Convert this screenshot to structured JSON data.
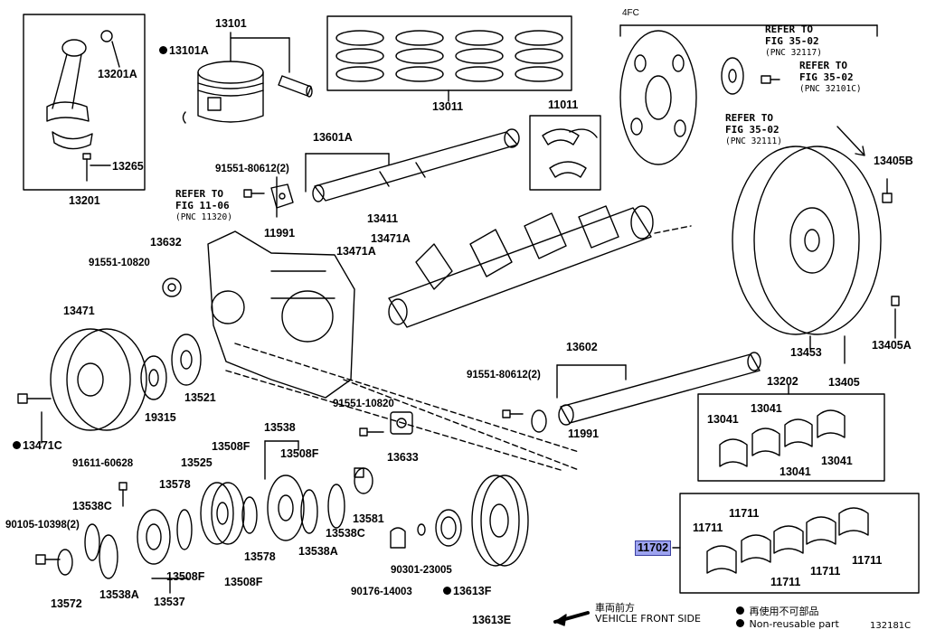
{
  "parts": {
    "p13101": "13101",
    "p13101a": "13101A",
    "p13201a": "13201A",
    "p13265": "13265",
    "p13201": "13201",
    "p13011": "13011",
    "p11011": "11011",
    "p13601a": "13601A",
    "p91551_80612_top": "91551-80612(2)",
    "p11991_top": "11991",
    "p13411": "13411",
    "p13471a_left": "13471A",
    "p13471a_right": "13471A",
    "p13632": "13632",
    "p91551_10820_top": "91551-10820",
    "p13471": "13471",
    "p13471c": "13471C",
    "p19315": "19315",
    "p13521": "13521",
    "p13602": "13602",
    "p91551_80612_bot": "91551-80612(2)",
    "p11991_bot": "11991",
    "p91551_10820_bot": "91551-10820",
    "p13633": "13633",
    "p13538": "13538",
    "p13508f_a": "13508F",
    "p13508f_b": "13508F",
    "p13508f_c": "13508F",
    "p13508f_d": "13508F",
    "p13525": "13525",
    "p13578_a": "13578",
    "p13578_b": "13578",
    "p91611_60628": "91611-60628",
    "p13538c_a": "13538C",
    "p13538c_b": "13538C",
    "p90105_10398": "90105-10398(2)",
    "p13538a_a": "13538A",
    "p13538a_b": "13538A",
    "p13572": "13572",
    "p13537": "13537",
    "p13581": "13581",
    "p90301_23005": "90301-23005",
    "p90176_14003": "90176-14003",
    "p13613f": "13613F",
    "p13613e": "13613E",
    "p4fc": "4FC",
    "p13405b": "13405B",
    "p13453": "13453",
    "p13405a": "13405A",
    "p13405": "13405",
    "p13202": "13202",
    "p13041_1": "13041",
    "p13041_2": "13041",
    "p13041_3": "13041",
    "p13041_4": "13041",
    "p11702": "11702",
    "p11711_1": "11711",
    "p11711_2": "11711",
    "p11711_3": "11711",
    "p11711_4": "11711",
    "p11711_5": "11711"
  },
  "refs": {
    "fig11": {
      "line1": "REFER TO",
      "line2": "FIG 11-06",
      "pnc": "(PNC 11320)"
    },
    "fig35a": {
      "line1": "REFER TO",
      "line2": "FIG 35-02",
      "pnc": "(PNC 32117)"
    },
    "fig35b": {
      "line1": "REFER TO",
      "line2": "FIG 35-02",
      "pnc": "(PNC 32101C)"
    },
    "fig35c": {
      "line1": "REFER TO",
      "line2": "FIG 35-02",
      "pnc": "(PNC 32111)"
    }
  },
  "legend": {
    "front_jp": "車両前方",
    "front_en": "VEHICLE FRONT SIDE",
    "nonreuse_jp": "再使用不可部品",
    "nonreuse_en": "Non-reusable part",
    "figure_id": "132181C"
  },
  "highlight_color": "#9da3f0"
}
